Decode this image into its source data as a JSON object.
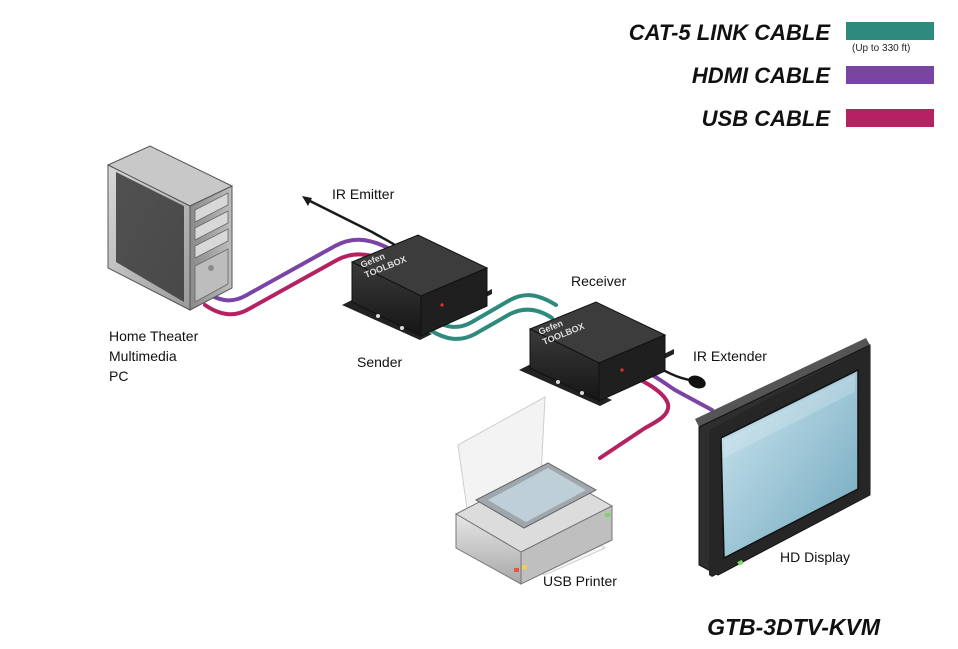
{
  "legend": {
    "cat5": {
      "label": "CAT-5 LINK CABLE",
      "note": "(Up to 330 ft)",
      "color": "#2e8a7c"
    },
    "hdmi": {
      "label": "HDMI CABLE",
      "color": "#7a44a4"
    },
    "usb": {
      "label": "USB CABLE",
      "color": "#b52262"
    }
  },
  "devices": {
    "pc": {
      "line1": "Home Theater",
      "line2": "Multimedia",
      "line3": "PC"
    },
    "ir_emitter": "IR Emitter",
    "sender": "Sender",
    "receiver": "Receiver",
    "ir_extender": "IR Extender",
    "display": "HD Display",
    "printer": "USB Printer",
    "box_brand": {
      "line1": "Gefen",
      "line2": "TOOLBOX"
    }
  },
  "model": "GTB-3DTV-KVM"
}
